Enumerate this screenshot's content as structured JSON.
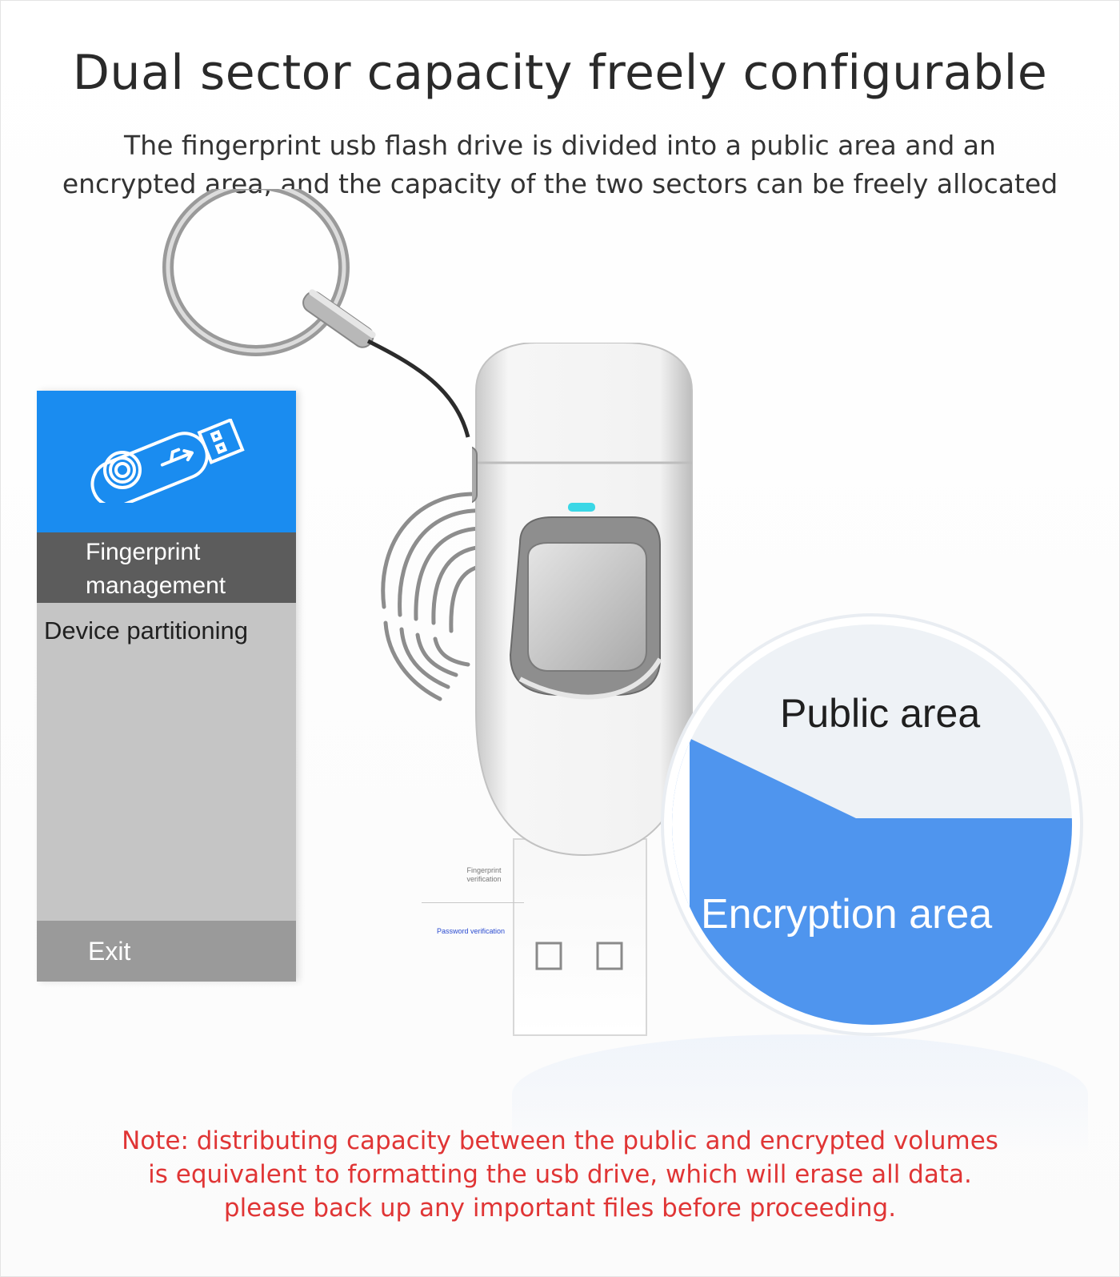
{
  "header": {
    "title": "Dual sector capacity freely configurable",
    "subtitle_line1": "The fingerprint usb flash drive is divided into a public area and an",
    "subtitle_line2": "encrypted area, and the capacity of the two sectors can be freely allocated"
  },
  "menu": {
    "header_icon": "fingerprint-usb-icon",
    "fingerprint_line1": "Fingerprint",
    "fingerprint_line2": "management",
    "partitioning": "Device partitioning",
    "exit": "Exit"
  },
  "drive": {
    "screen_text_1": "Fingerprint verification",
    "screen_text_2": "Password verification"
  },
  "circle": {
    "public_label": "Public area",
    "encryption_label": "Encryption area",
    "public_color": "#eef2f6",
    "encryption_color": "#4f95ee"
  },
  "note": {
    "line1": "Note: distributing capacity between the public and encrypted volumes",
    "line2": "is equivalent to formatting the usb drive, which will erase all data.",
    "line3": "please back up any important files before proceeding."
  },
  "colors": {
    "menu_blue": "#1a8cf0",
    "note_red": "#e03535"
  }
}
